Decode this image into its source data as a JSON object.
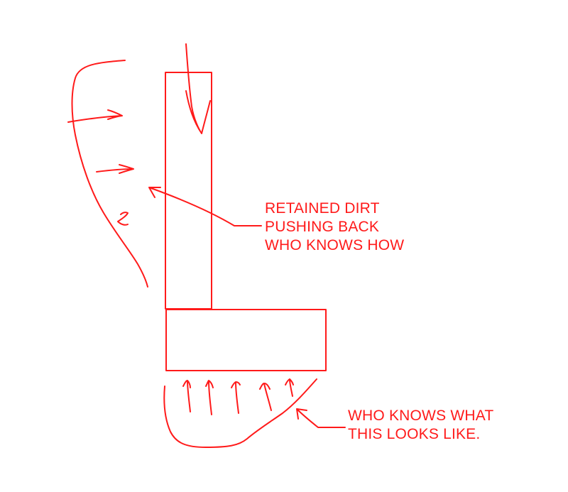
{
  "colors": {
    "ink": "#ff1a1a",
    "background": "#ffffff"
  },
  "annotations": {
    "retained_dirt": {
      "lines": [
        "RETAINED DIRT",
        "PUSHING BACK",
        "WHO KNOWS HOW"
      ]
    },
    "soil_pressure": {
      "lines": [
        "WHO KNOWS WHAT",
        "THIS LOOKS LIKE."
      ]
    }
  }
}
